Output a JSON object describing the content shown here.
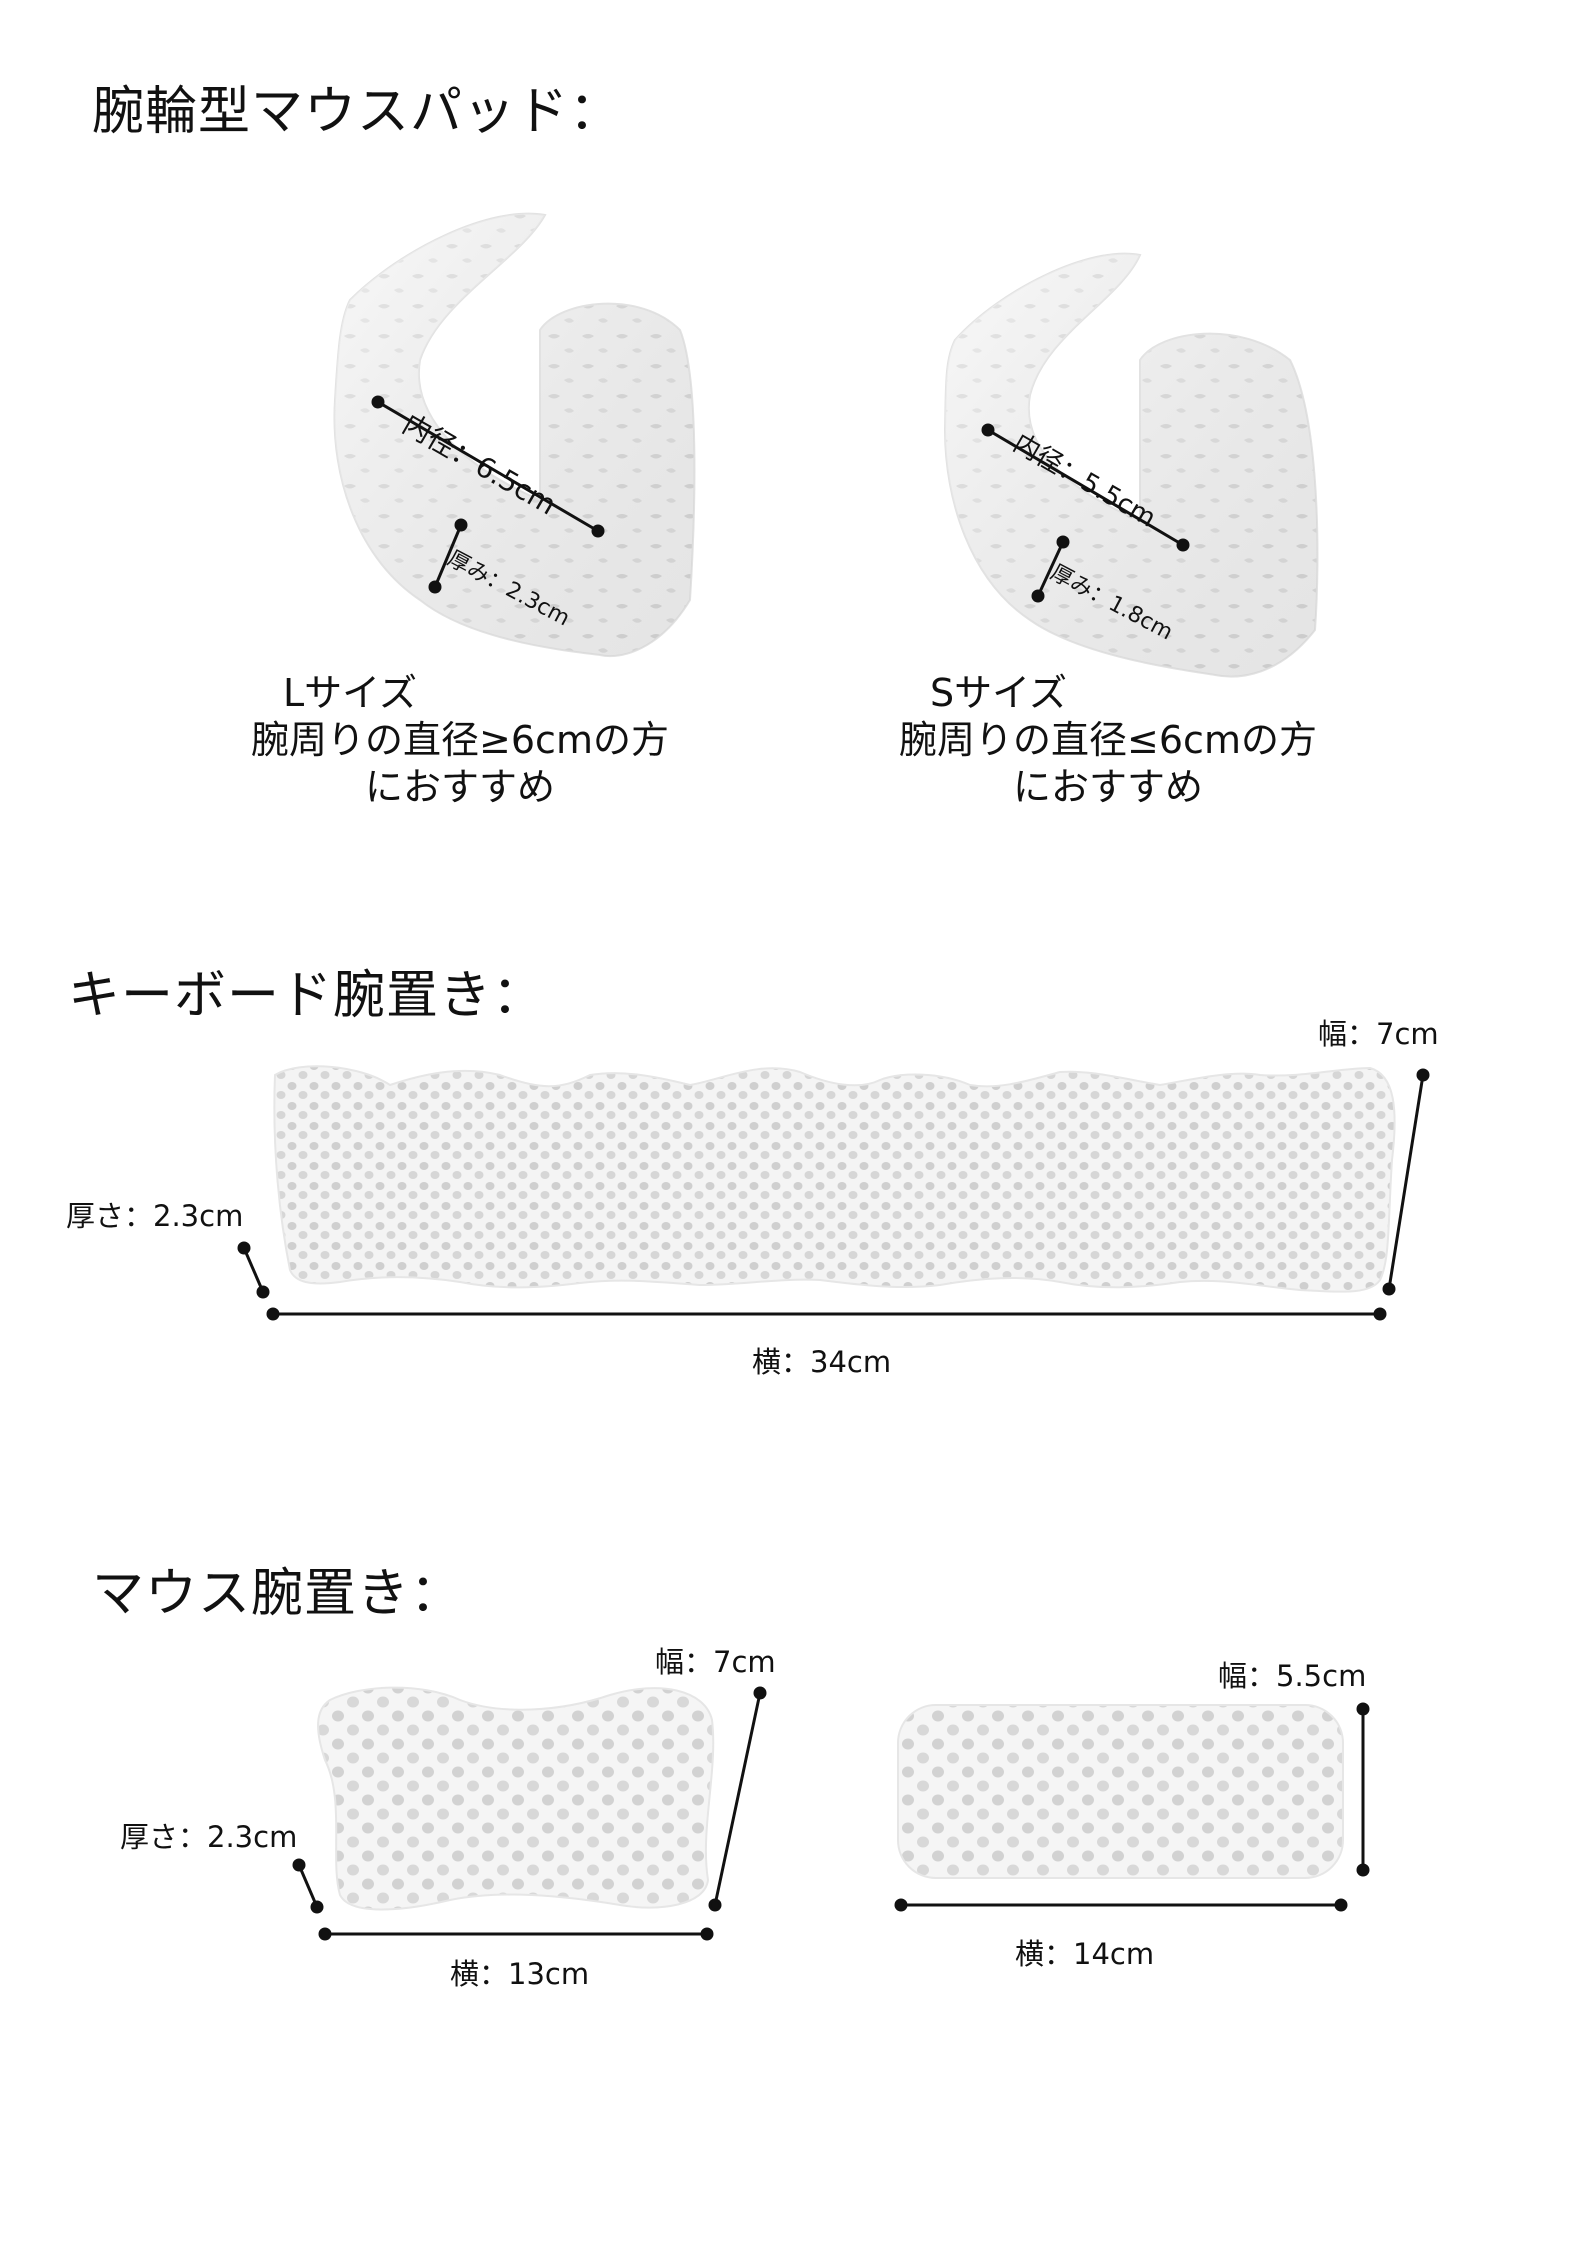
{
  "sections": {
    "bracelet": {
      "title": "腕輪型マウスパッド：",
      "variants": [
        {
          "size_label": "Lサイズ",
          "caption_line1": "腕周りの直径≥6cmの方",
          "caption_line2": "におすすめ",
          "inner_diameter": "内径：6.5cm",
          "thickness": "厚み：2.3cm"
        },
        {
          "size_label": "Sサイズ",
          "caption_line1": "腕周りの直径≤6cmの方",
          "caption_line2": "におすすめ",
          "inner_diameter": "内径：5.5cm",
          "thickness": "厚み：1.8cm"
        }
      ]
    },
    "keyboard_rest": {
      "title": "キーボード腕置き：",
      "width": "幅：7cm",
      "thickness": "厚さ：2.3cm",
      "length": "横：34cm"
    },
    "mouse_rest": {
      "title": "マウス腕置き：",
      "items": [
        {
          "width": "幅：7cm",
          "thickness": "厚さ：2.3cm",
          "length": "横：13cm"
        },
        {
          "width": "幅：5.5cm",
          "length": "横：14cm"
        }
      ]
    }
  },
  "colors": {
    "text": "#111111",
    "product": "#f2f2f2",
    "hole": "#c9c9c9",
    "background": "#ffffff"
  }
}
